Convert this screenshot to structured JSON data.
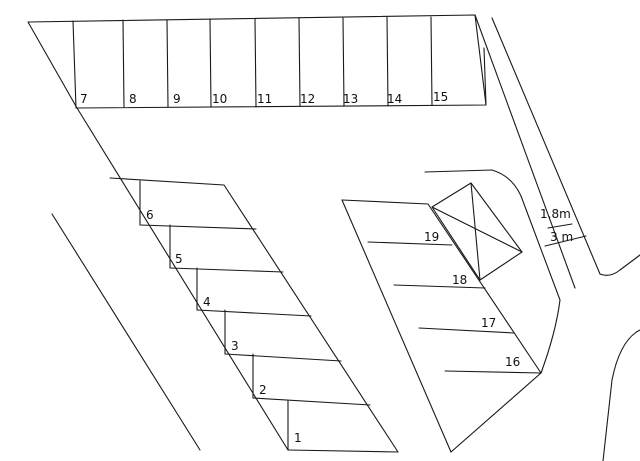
{
  "space_numbers": {
    "s1": "1",
    "s2": "2",
    "s3": "3",
    "s4": "4",
    "s5": "5",
    "s6": "6",
    "s7": "7",
    "s8": "8",
    "s9": "9",
    "s10": "10",
    "s11": "11",
    "s12": "12",
    "s13": "13",
    "s14": "14",
    "s15": "15",
    "s16": "16",
    "s17": "17",
    "s18": "18",
    "s19": "19"
  },
  "dimensions": {
    "walkway_width": "1.8m",
    "road_width": "3 m"
  },
  "colors": {
    "line": "#1a1a1a",
    "background": "#ffffff"
  }
}
